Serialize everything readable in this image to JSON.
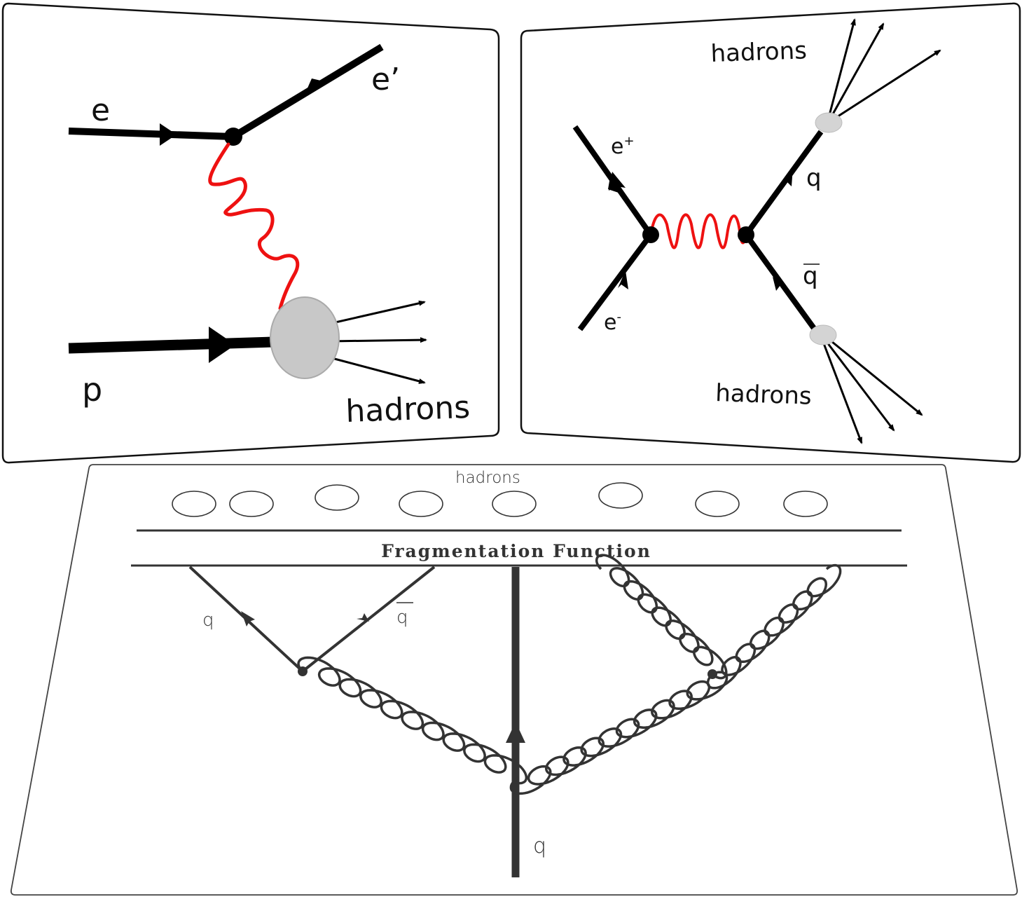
{
  "panels": {
    "dis": {
      "labels": {
        "electron_in": "e",
        "electron_out": "e’",
        "proton": "p",
        "hadrons": "hadrons"
      },
      "colors": {
        "photon": "#ee1111",
        "blob": "#c8c8c8",
        "line": "#000000"
      }
    },
    "annihilation": {
      "labels": {
        "positron": "e",
        "positron_sup": "+",
        "electron": "e",
        "electron_sup": "-",
        "quark": "q",
        "antiquark": "q",
        "hadrons_top": "hadrons",
        "hadrons_bottom": "hadrons"
      },
      "colors": {
        "photon": "#ee1111",
        "blob": "#d4d4d4",
        "line": "#000000"
      }
    },
    "fragmentation": {
      "labels": {
        "hadrons": "hadrons",
        "title": "Fragmentation Function",
        "quark_left": "q",
        "antiquark": "q",
        "quark_bottom": "q"
      },
      "hadron_count": 8,
      "colors": {
        "line": "#333333"
      }
    }
  }
}
